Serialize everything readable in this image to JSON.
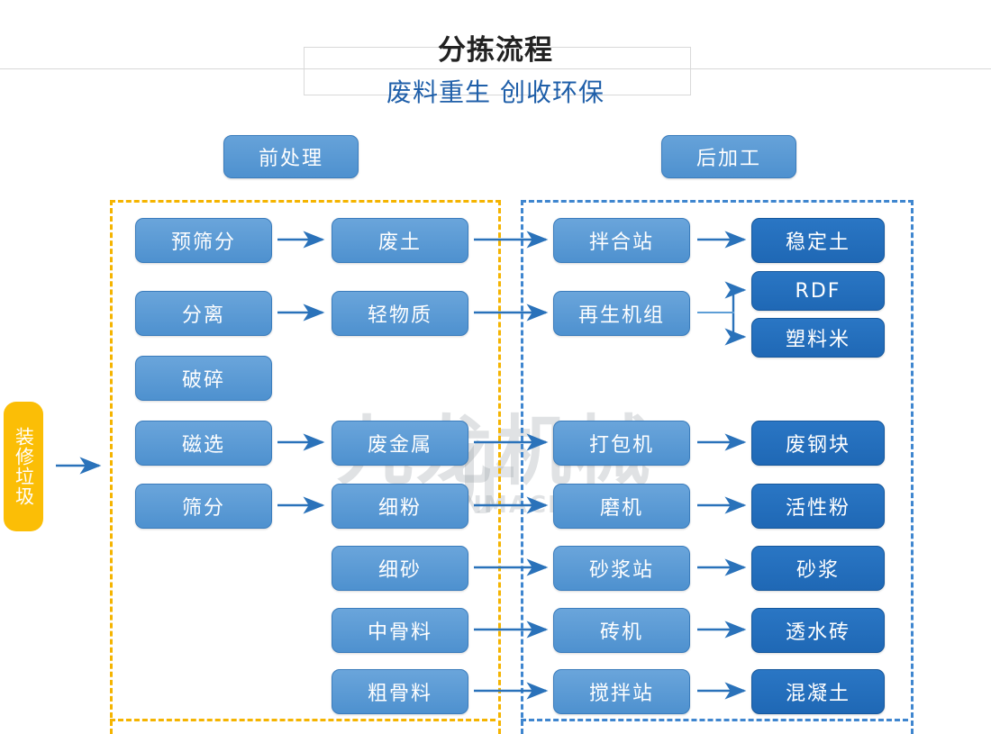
{
  "header": {
    "title": "分拣流程",
    "subtitle": "废料重生 创收环保"
  },
  "watermark": {
    "cn": "九龙机械",
    "en": "KOWLOONMACHINERY"
  },
  "input": {
    "label": "装修垃圾"
  },
  "zones": [
    {
      "id": "pre",
      "label": "前处理",
      "color": "#f5b400"
    },
    {
      "id": "post",
      "label": "后加工",
      "color": "#3f86cf"
    }
  ],
  "colors": {
    "node_light": "#5b9bd5",
    "node_dark": "#2068b8",
    "input_yellow": "#fbbe06",
    "arrow_blue": "#2a72ba",
    "zone_pre_dash": "#f5b400",
    "zone_post_dash": "#3f86cf",
    "title_dark": "#222222",
    "title_blue": "#1f5fa9"
  },
  "nodes": {
    "process": [
      {
        "id": "p1",
        "label": "预筛分"
      },
      {
        "id": "p2",
        "label": "分离"
      },
      {
        "id": "p3",
        "label": "破碎"
      },
      {
        "id": "p4",
        "label": "磁选"
      },
      {
        "id": "p5",
        "label": "筛分"
      }
    ],
    "material": [
      {
        "id": "m1",
        "label": "废土"
      },
      {
        "id": "m2",
        "label": "轻物质"
      },
      {
        "id": "m4",
        "label": "废金属"
      },
      {
        "id": "m5",
        "label": "细粉"
      },
      {
        "id": "m6",
        "label": "细砂"
      },
      {
        "id": "m7",
        "label": "中骨料"
      },
      {
        "id": "m8",
        "label": "粗骨料"
      }
    ],
    "equipment": [
      {
        "id": "e1",
        "label": "拌合站"
      },
      {
        "id": "e2",
        "label": "再生机组"
      },
      {
        "id": "e4",
        "label": "打包机"
      },
      {
        "id": "e5",
        "label": "磨机"
      },
      {
        "id": "e6",
        "label": "砂浆站"
      },
      {
        "id": "e7",
        "label": "砖机"
      },
      {
        "id": "e8",
        "label": "搅拌站"
      }
    ],
    "product": [
      {
        "id": "o1",
        "label": "稳定土"
      },
      {
        "id": "o2",
        "label": "RDF"
      },
      {
        "id": "o3",
        "label": "塑料米"
      },
      {
        "id": "o4",
        "label": "废钢块"
      },
      {
        "id": "o5",
        "label": "活性粉"
      },
      {
        "id": "o6",
        "label": "砂浆"
      },
      {
        "id": "o7",
        "label": "透水砖"
      },
      {
        "id": "o8",
        "label": "混凝土"
      }
    ]
  }
}
